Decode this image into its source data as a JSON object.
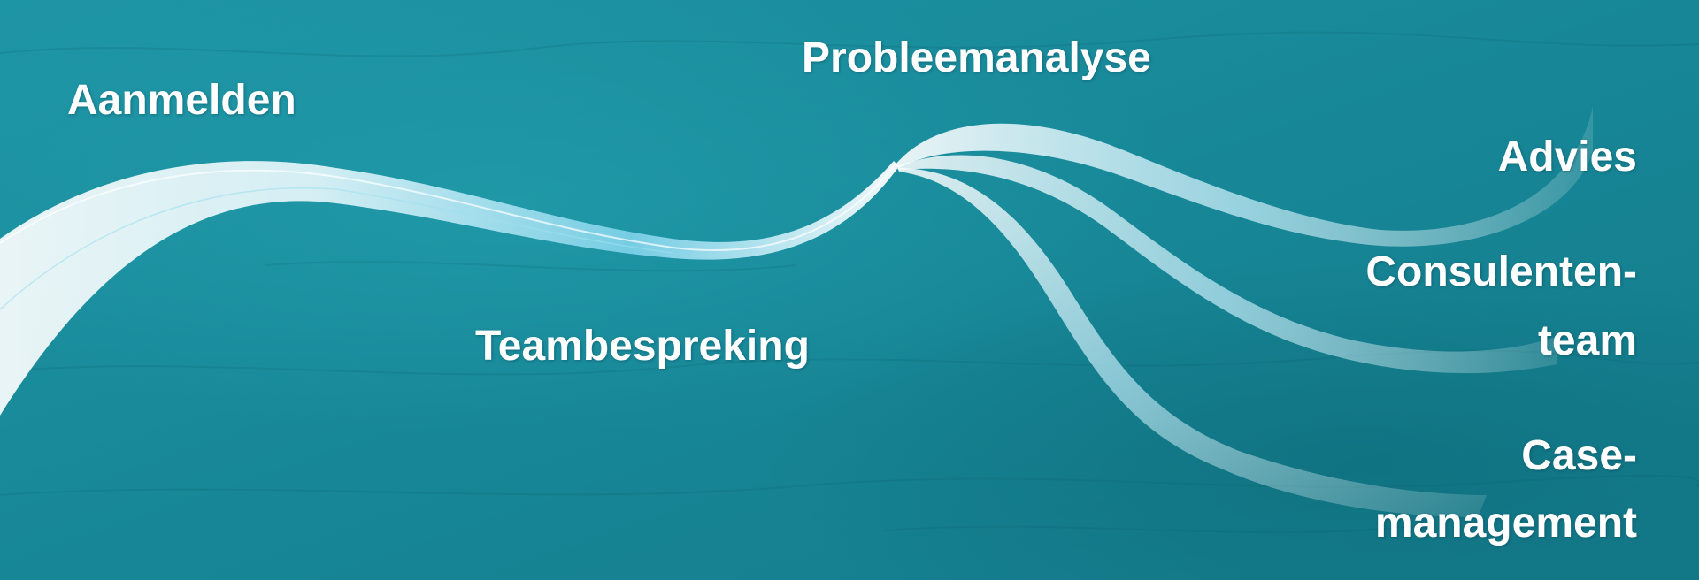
{
  "labels": {
    "aanmelden": "Aanmelden",
    "probleemanalyse": "Probleemanalyse",
    "teambespreking": "Teambespreking",
    "advies": "Advies",
    "consulententeam_line1": "Consulenten-",
    "consulententeam_line2": "team",
    "casemanagement_line1": "Case-",
    "casemanagement_line2": "management"
  },
  "colors": {
    "water": "#1a8a9a",
    "water_dark": "#0f6f7e",
    "ribbon": "#ffffff",
    "ribbon_accent": "#5fc6e0",
    "text": "#ffffff"
  }
}
